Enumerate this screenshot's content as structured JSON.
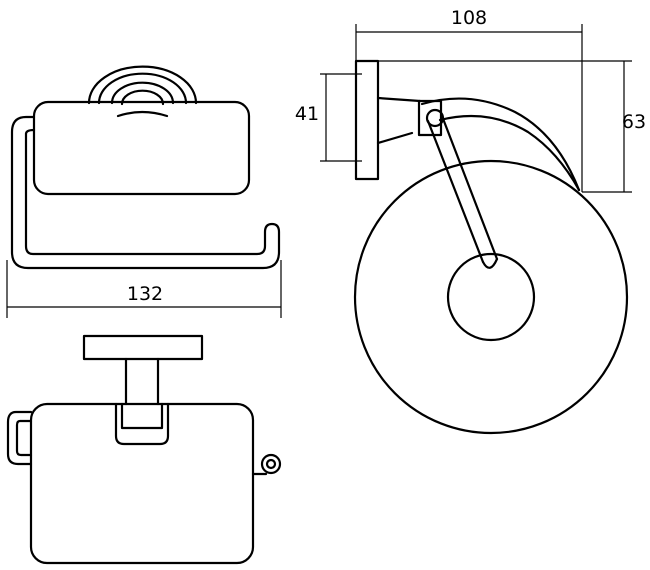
{
  "dimensions": {
    "width_label": "132",
    "depth_label": "108",
    "base_label": "41",
    "height_label": "63"
  },
  "colors": {
    "line": "#000000",
    "background": "#ffffff"
  }
}
